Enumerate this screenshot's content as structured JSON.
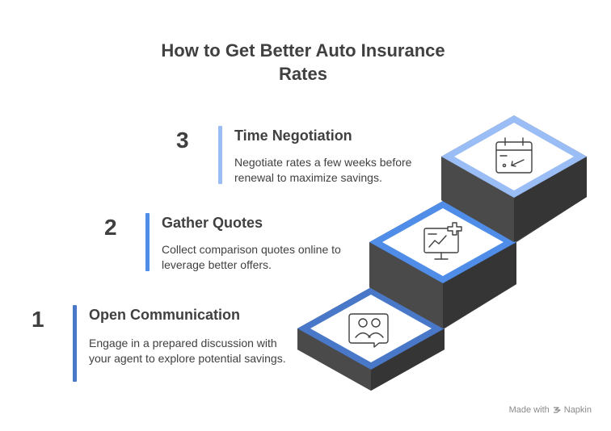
{
  "title": "How to Get Better Auto Insurance Rates",
  "steps": [
    {
      "number": "1",
      "heading": "Open Communication",
      "description": "Engage in a prepared discussion with your agent to explore potential savings.",
      "accent": "#4a78c9",
      "icon": "people-chat-icon"
    },
    {
      "number": "2",
      "heading": "Gather Quotes",
      "description": "Collect comparison quotes online to leverage better offers.",
      "accent": "#4f8de8",
      "icon": "monitor-chart-plus-icon"
    },
    {
      "number": "3",
      "heading": "Time Negotiation",
      "description": "Negotiate rates a few weeks before renewal to maximize savings.",
      "accent": "#9abdf5",
      "icon": "calendar-icon"
    }
  ],
  "footer": {
    "made_with": "Made with",
    "brand": "Napkin"
  },
  "colors": {
    "stair_side": "#3f3f3f",
    "stair_edge": "#5a5a5a",
    "tile_fill": "#ffffff",
    "text": "#404040"
  }
}
